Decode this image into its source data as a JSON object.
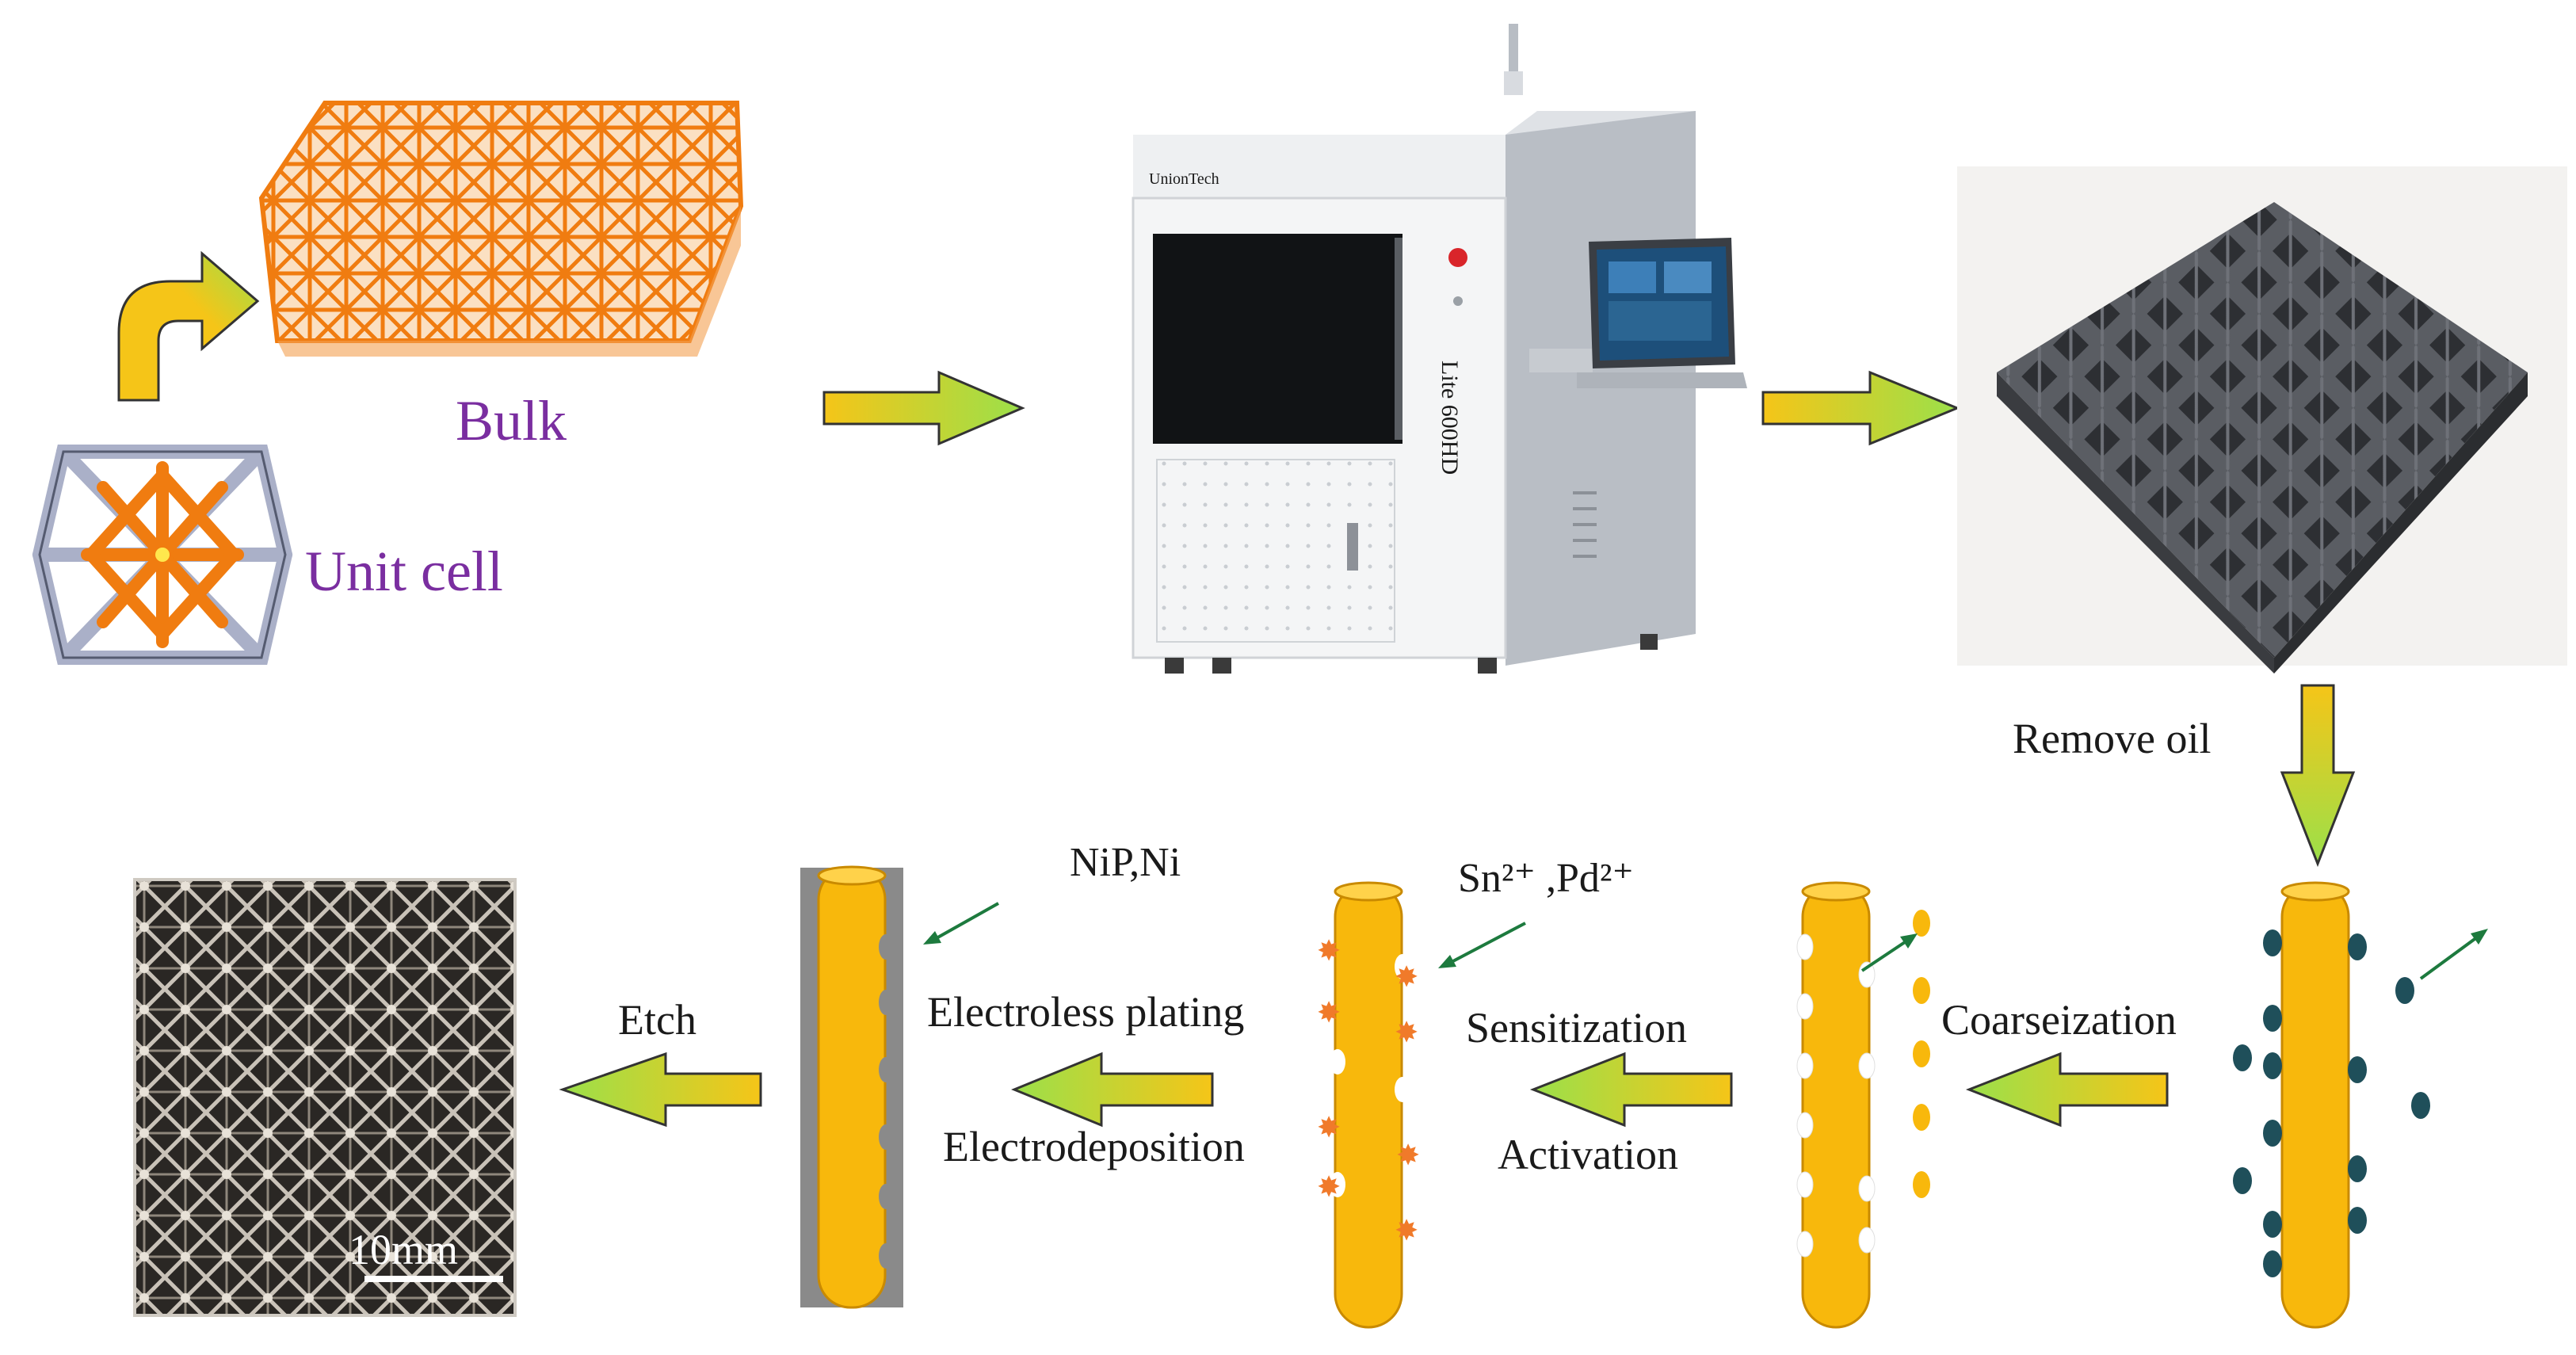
{
  "labels": {
    "bulk": "Bulk",
    "unit_cell": "Unit cell",
    "remove_oil": "Remove oil",
    "coarseization": "Coarseization",
    "sensitization": "Sensitization",
    "activation": "Activation",
    "sn_pd": "Sn²⁺ ,Pd²⁺",
    "nip_ni": "NiP,Ni",
    "electroless_plating": "Electroless plating",
    "electrodeposition": "Electrodeposition",
    "etch": "Etch",
    "printer_brand": "UnionTech",
    "printer_model": "Lite 600HD",
    "scale_bar": "10mm"
  },
  "colors": {
    "rod": "#f8b80c",
    "rod_edge": "#c98a00",
    "lattice_orange": "#f07c10",
    "lattice_gray": "#aab0c8",
    "arrow_yellow": "#f5c518",
    "arrow_green": "#9be04a",
    "dot_dark": "#1f4f5a",
    "star_orange": "#f07a2a",
    "coating_gray": "#8a8a8a",
    "label_purple": "#7a2ea0",
    "pointer_green": "#1d7a3e"
  }
}
